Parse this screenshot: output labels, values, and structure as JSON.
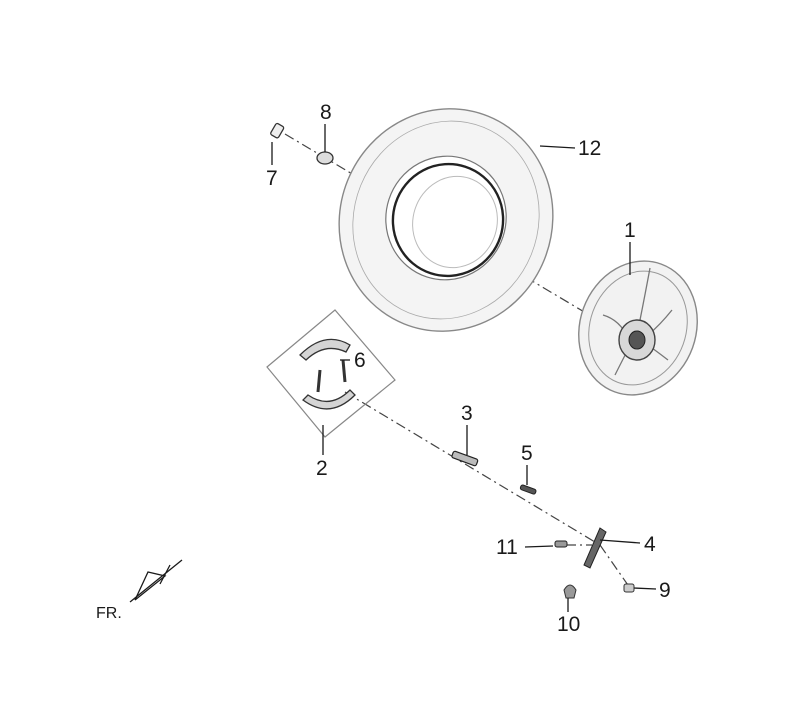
{
  "colors": {
    "line": "#1a1a1a",
    "part_outline": "#777777",
    "part_fill": "#e8e8e8",
    "background": "#ffffff"
  },
  "callouts": {
    "c1": "1",
    "c2": "2",
    "c3": "3",
    "c4": "4",
    "c5": "5",
    "c6": "6",
    "c7": "7",
    "c8": "8",
    "c9": "9",
    "c10": "10",
    "c11": "11",
    "c12": "12"
  },
  "direction": {
    "label": "FR."
  }
}
